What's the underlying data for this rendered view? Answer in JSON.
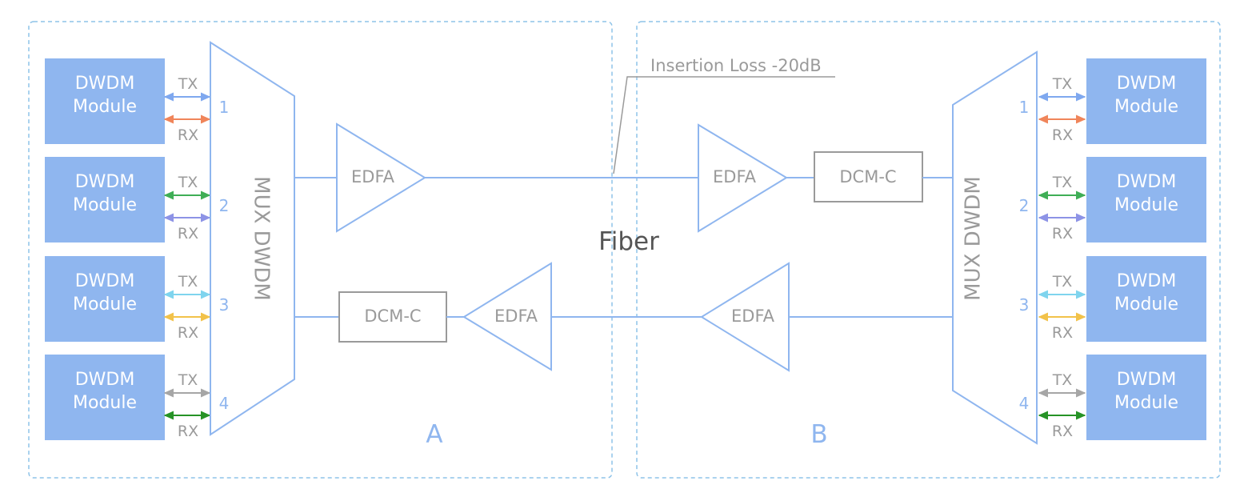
{
  "colors": {
    "module": "#8fb6ef",
    "line": "#8fb6ef",
    "grey": "#9a9a9a",
    "channels": [
      {
        "tx": "#7fa8ef",
        "rx": "#f0855a"
      },
      {
        "tx": "#3fae56",
        "rx": "#8d93e6"
      },
      {
        "tx": "#7fd4ee",
        "rx": "#f2c24a"
      },
      {
        "tx": "#a6a6a6",
        "rx": "#269326"
      }
    ]
  },
  "module": {
    "line1": "DWDM",
    "line2": "Module"
  },
  "tx_label": "TX",
  "rx_label": "RX",
  "channel_numbers": [
    "1",
    "2",
    "3",
    "4"
  ],
  "mux_label": "MUX DWDM",
  "edfa_label": "EDFA",
  "dcm_label": "DCM-C",
  "fiber_label": "Fiber",
  "insertion_loss_label": "Insertion Loss -20dB",
  "site_a_label": "A",
  "site_b_label": "B"
}
